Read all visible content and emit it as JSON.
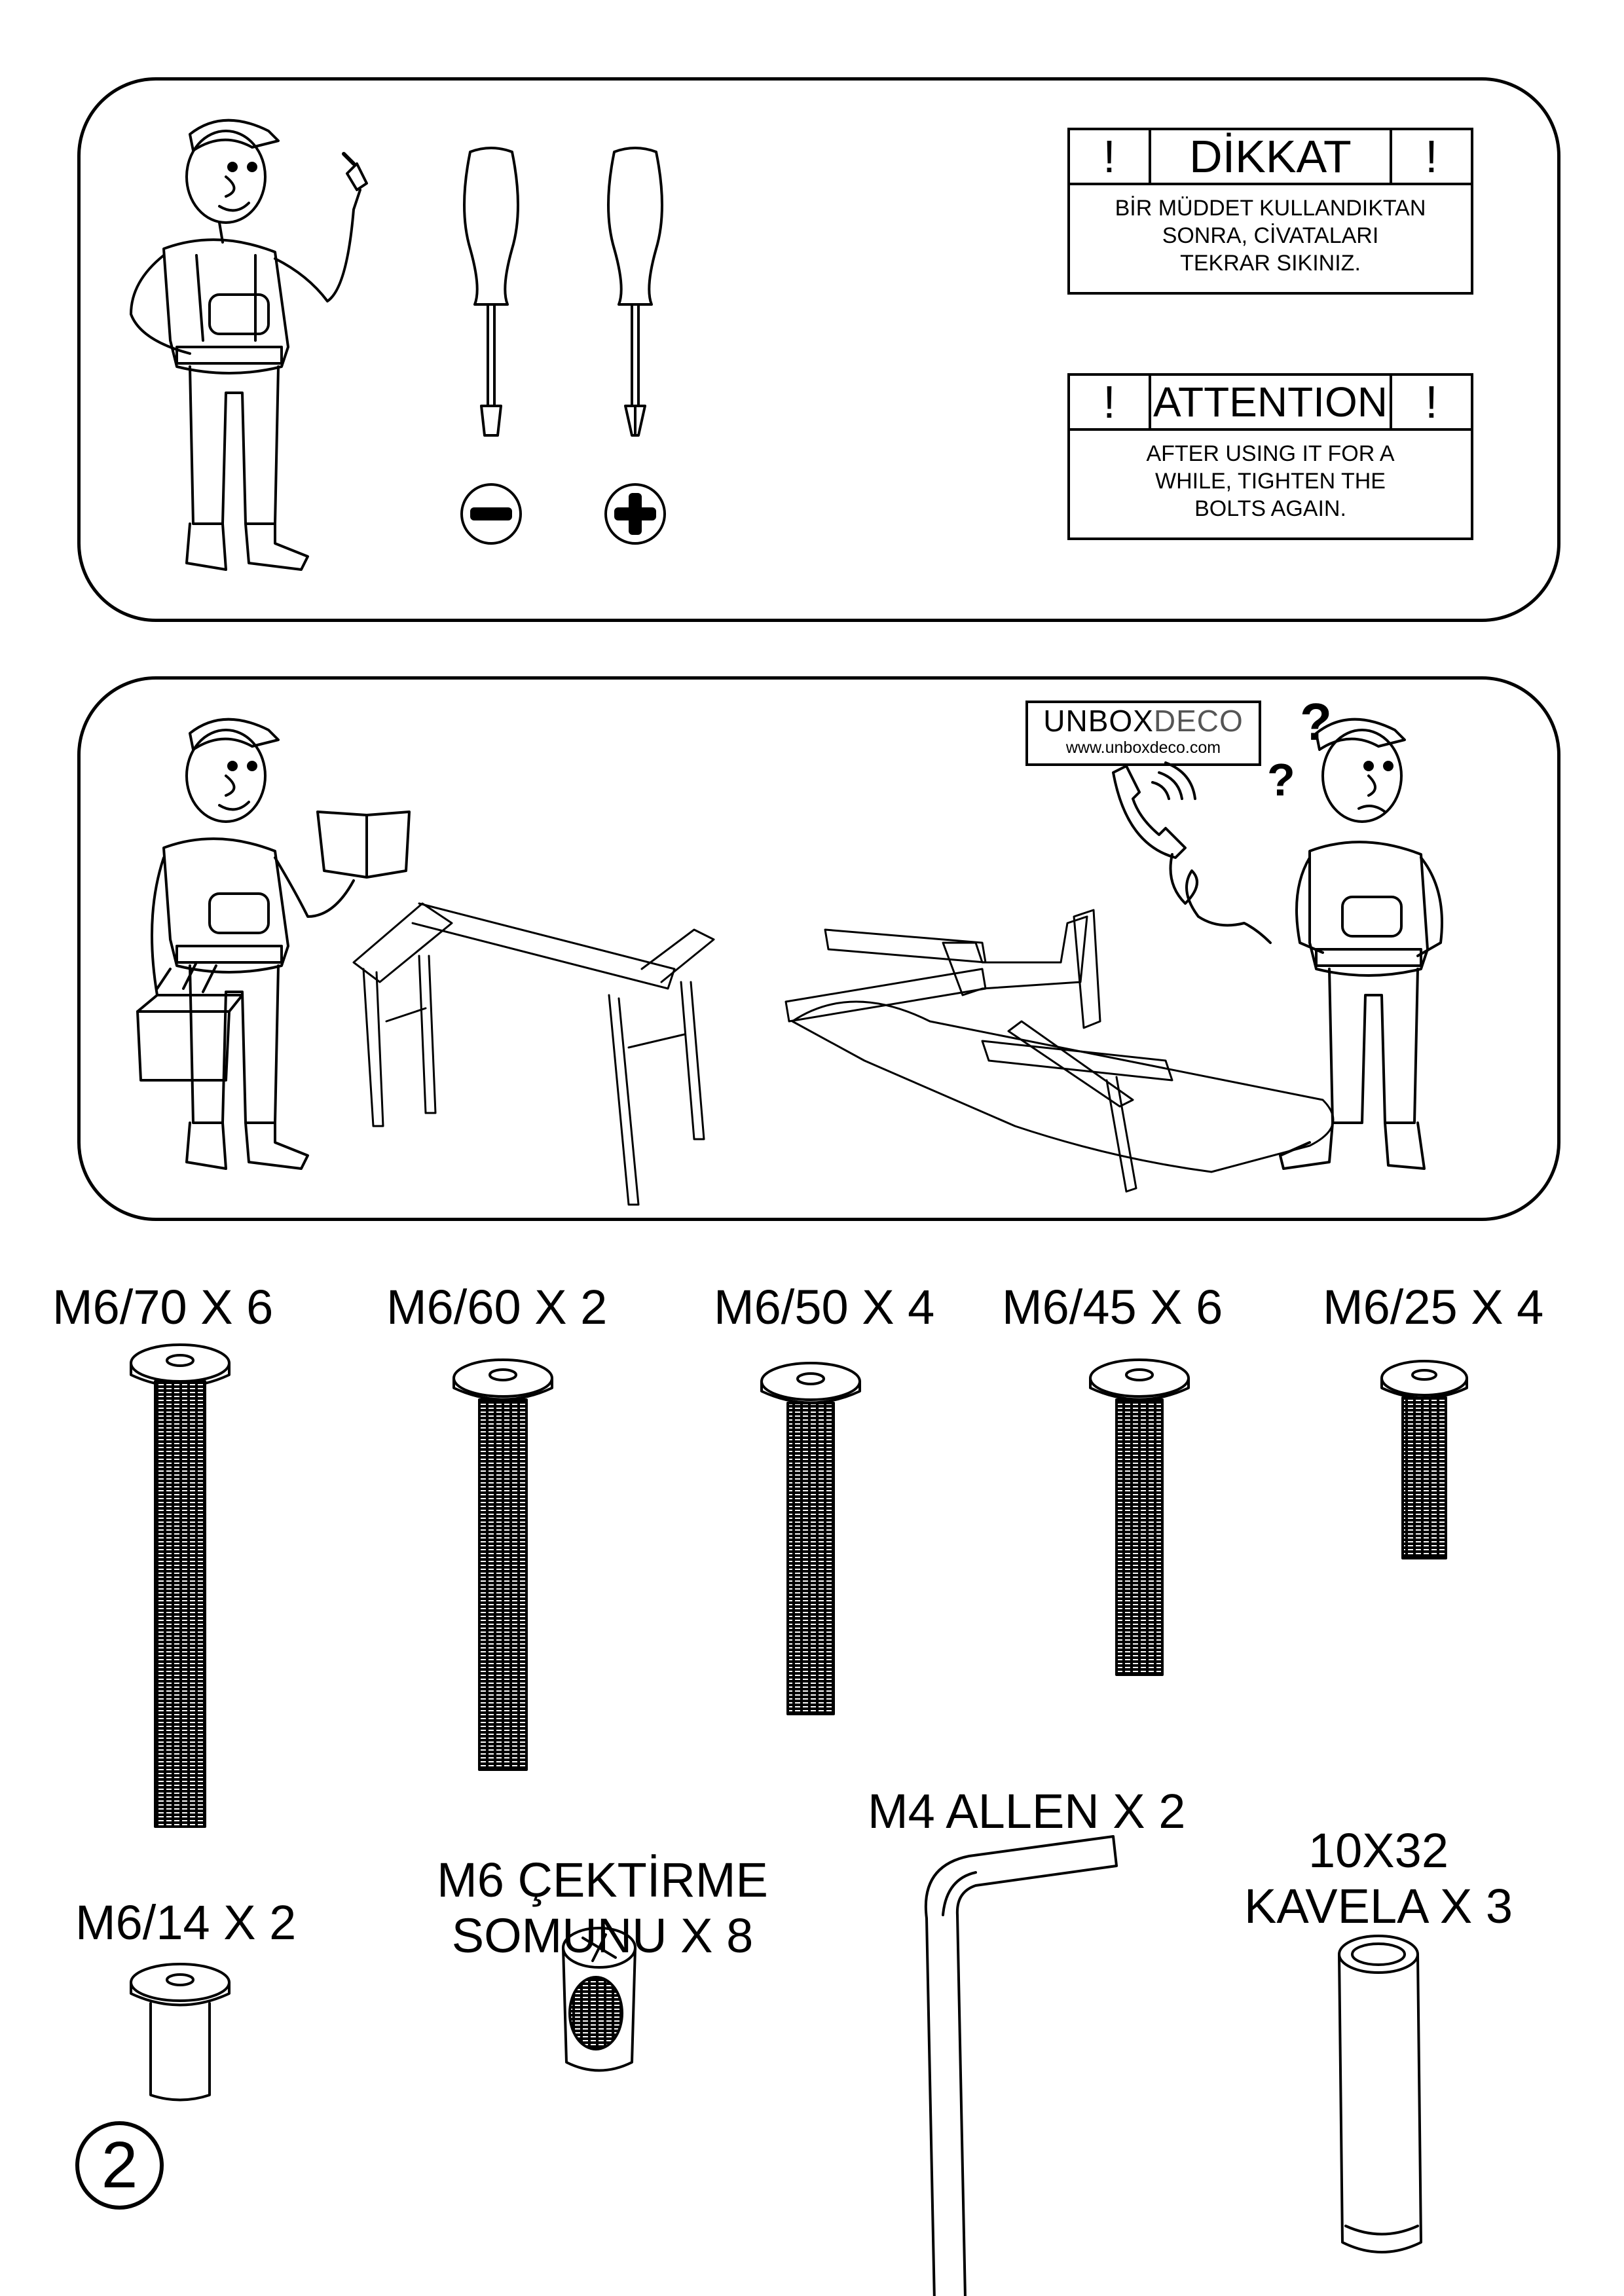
{
  "warnings": {
    "turkish": {
      "mark": "!",
      "title": "DİKKAT",
      "text": "BİR MÜDDET KULLANDIKTAN\nSONRA, CİVATALARI\nTEKRAR SIKINIZ."
    },
    "english": {
      "mark": "!",
      "title": "ATTENTION",
      "text": "AFTER USING IT FOR A\nWHILE, TIGHTEN THE\nBOLTS AGAIN."
    }
  },
  "tools": {
    "flat": "flat-screwdriver",
    "phillips": "phillips-screwdriver"
  },
  "logo": {
    "brand_a": "UNBOX",
    "brand_b": "DECO",
    "url": "www.unboxdeco.com"
  },
  "parts": {
    "bolt_70": "M6/70 X 6",
    "bolt_60": "M6/60 X 2",
    "bolt_50": "M6/50 X 4",
    "bolt_45": "M6/45 X 6",
    "bolt_25": "M6/25 X 4",
    "bolt_14": "M6/14 X 2",
    "nut_line1": "M6 ÇEKTİRME",
    "nut_line2": "SOMUNU X 8",
    "allen": "M4 ALLEN X 2",
    "dowel_line1": "10X32",
    "dowel_line2": "KAVELA X 3"
  },
  "page_number": "2"
}
